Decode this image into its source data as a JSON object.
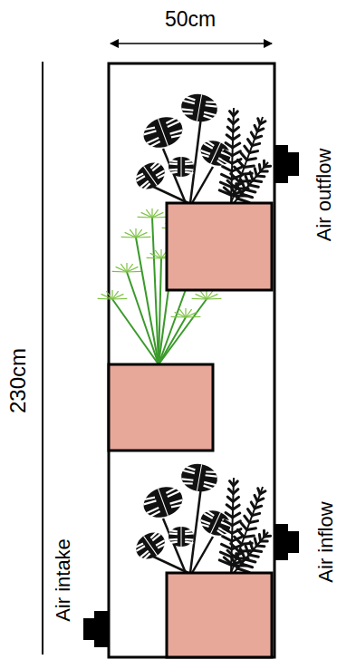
{
  "diagram": {
    "labels": [
      "50cm",
      "230cm",
      "Air outflow",
      "Air inflow",
      "Air intake"
    ]
  }
}
